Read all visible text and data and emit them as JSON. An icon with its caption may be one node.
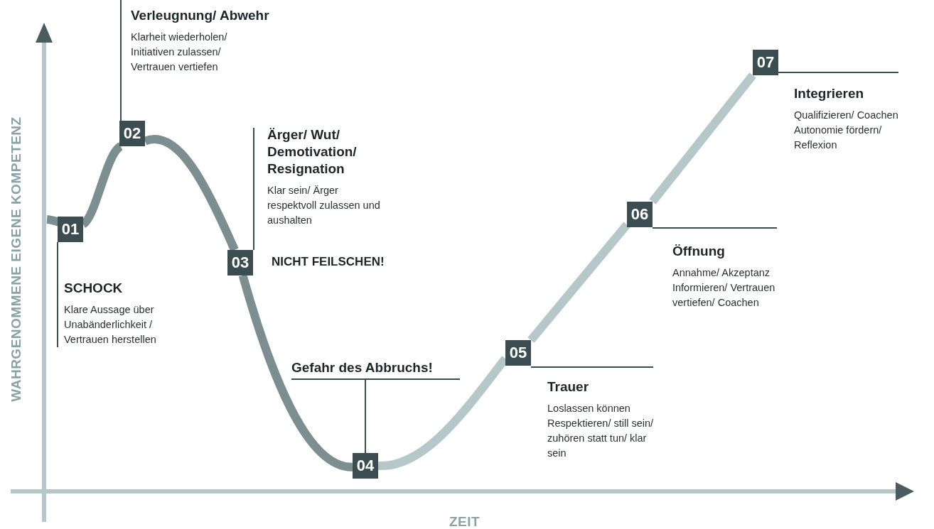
{
  "diagram": {
    "nodes": [
      {
        "text": [
          "01"
        ]
      },
      {
        "text": [
          "SCHOCK",
          "Klare Aussage über Unabänderlichkeit / Vertrauen herstellen"
        ]
      },
      {
        "text": [
          "02"
        ]
      },
      {
        "text": [
          "Verleugnung/ Abwehr",
          "Klarheit wiederholen/ Initiativen zulassen/ Vertrauen vertiefen"
        ]
      },
      {
        "text": [
          "03"
        ],
        "beside": [
          "NICHT FEILSCHEN!"
        ]
      },
      {
        "text": [
          "Ärger/ Wut/ Demotivation/ Resignation",
          "Klar sein/ Ärger respektvoll zulassen und aushalten"
        ]
      },
      {
        "text": [
          "04"
        ]
      },
      {
        "text": [
          "Gefahr des Abbruchs!"
        ]
      },
      {
        "text": [
          "05"
        ]
      },
      {
        "text": [
          "Trauer",
          "Loslassen können Respektieren/ still sein/ zuhören statt tun/ klar sein"
        ]
      },
      {
        "text": [
          "06"
        ]
      },
      {
        "text": [
          "Öffnung",
          "Annahme/ Akzeptanz Informieren/ Vertrauen vertiefen/ Coachen"
        ]
      },
      {
        "text": [
          "07"
        ]
      },
      {
        "text": [
          "Integrieren",
          "Qualifizieren/ Coachen Autonomie fördern/ Reflexion"
        ]
      }
    ],
    "edges": [
      {
        "from": 0,
        "to": 2,
        "arrow": "none",
        "style": "thick"
      },
      {
        "from": 2,
        "to": 4,
        "arrow": "none",
        "style": "thick"
      },
      {
        "from": 4,
        "to": 6,
        "arrow": "none",
        "style": "thick"
      },
      {
        "from": 6,
        "to": 8,
        "arrow": "none",
        "style": "thick",
        "color": "#b5c7c8"
      },
      {
        "from": 8,
        "to": 10,
        "arrow": "none",
        "style": "thick",
        "color": "#b5c7c8"
      },
      {
        "from": 10,
        "to": 12,
        "arrow": "none",
        "style": "thick",
        "color": "#b5c7c8"
      },
      {
        "from": 1,
        "to": 0,
        "arrow": "none"
      },
      {
        "from": 3,
        "to": 2,
        "arrow": "none"
      },
      {
        "from": 5,
        "to": 4,
        "arrow": "none"
      },
      {
        "from": 7,
        "to": 6,
        "arrow": "none"
      },
      {
        "from": 9,
        "to": 8,
        "arrow": "none"
      },
      {
        "from": 11,
        "to": 10,
        "arrow": "none"
      },
      {
        "from": 13,
        "to": 12,
        "arrow": "none"
      }
    ],
    "labels": [
      "WAHRGENOMMENE EIGENE KOMPETENZ",
      "ZEIT"
    ]
  }
}
